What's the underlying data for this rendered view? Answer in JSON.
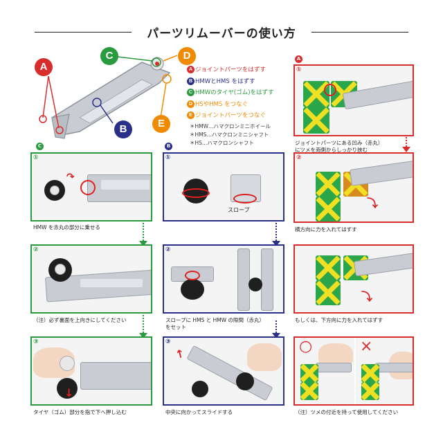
{
  "title": "パーツリムーバーの使い方",
  "callouts": {
    "A": "A",
    "B": "B",
    "C": "C",
    "D": "D",
    "E": "E"
  },
  "legend": [
    {
      "badge": "A",
      "color": "#d92c2c",
      "text": "ジョイントパーツをはずす",
      "text_color": "#d92c2c"
    },
    {
      "badge": "B",
      "color": "#2a2f8a",
      "text": "HMWとHMS をはずす",
      "text_color": "#2a2f8a"
    },
    {
      "badge": "C",
      "color": "#2a9a3e",
      "text": "HMWのタイヤ(ゴム)をはずす",
      "text_color": "#2a9a3e"
    },
    {
      "badge": "D",
      "color": "#f08a00",
      "text": "HSやHMS をつなぐ",
      "text_color": "#f08a00"
    },
    {
      "badge": "E",
      "color": "#f08a00",
      "text": "ジョイントパーツをつなぐ",
      "text_color": "#f08a00"
    }
  ],
  "notes": [
    "＊HMW…ハマクロンミニホイール",
    "＊HMS…ハマクロンミニシャフト",
    "＊HS…ハマクロンシャフト"
  ],
  "sections": {
    "C": {
      "badge": "C",
      "steps": [
        {
          "num": "①",
          "caption": "HMW を赤丸の部分に乗せる"
        },
        {
          "num": "②",
          "caption": "（注）必ず裏面を上向きにしてください"
        },
        {
          "num": "③",
          "caption": "タイヤ（ゴム）部分を指で下へ押し込む"
        }
      ]
    },
    "B": {
      "badge": "B",
      "steps": [
        {
          "num": "①",
          "caption": "",
          "label": "スロープ"
        },
        {
          "num": "②",
          "caption": "スロープに HMS と HMW の隙間（赤丸）",
          "caption2": "をセット"
        },
        {
          "num": "③",
          "caption": "中央に向かってスライドする"
        }
      ]
    },
    "A": {
      "badge": "A",
      "steps": [
        {
          "num": "①",
          "caption": "ジョイントパーツにある凹み（赤丸）",
          "caption2": "にツメを両側からしっかり挟む"
        },
        {
          "num": "②",
          "caption": "横方向に力を入れてはずす"
        },
        {
          "num": "",
          "caption": "もしくは、下方向に力を入れてはずす"
        },
        {
          "num": "",
          "caption": "（注）ツメの付近を持って使用してください",
          "ok": "○",
          "ng": "×"
        }
      ]
    }
  },
  "colors": {
    "green": "#2a9a3e",
    "blue": "#2a2f8a",
    "red": "#d92c2c",
    "orange": "#f08a00"
  }
}
